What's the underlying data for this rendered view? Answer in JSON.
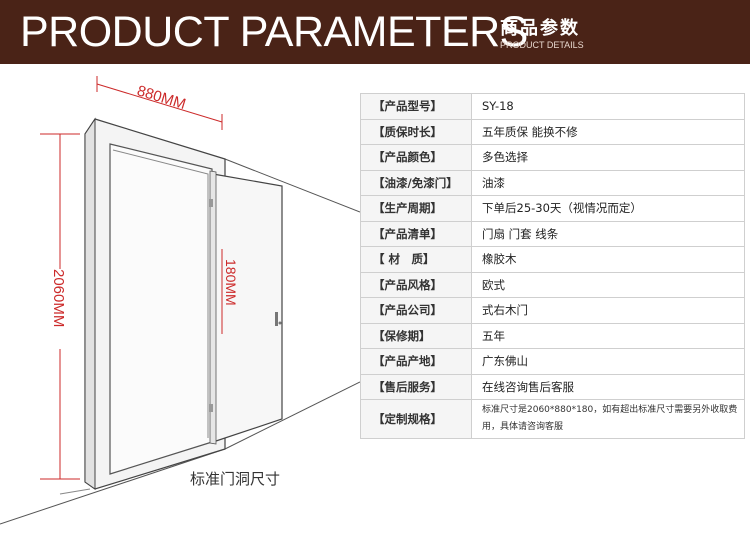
{
  "header": {
    "title": "PRODUCT PARAMETERS",
    "cn_title": "商品参数",
    "cn_subtitle": "PRODUCT DETAILS"
  },
  "illustration": {
    "width_label": "880MM",
    "height_label": "2060MM",
    "depth_label": "180MM",
    "caption": "标准门洞尺寸"
  },
  "parameters": [
    {
      "label": "【产品型号】",
      "value": "SY-18"
    },
    {
      "label": "【质保时长】",
      "value": "五年质保 能换不修"
    },
    {
      "label": "【产品颜色】",
      "value": "多色选择"
    },
    {
      "label": "【油漆/免漆门】",
      "value": "油漆"
    },
    {
      "label": "【生产周期】",
      "value": "下单后25-30天（视情况而定）"
    },
    {
      "label": "【产品清单】",
      "value": "门扇 门套 线条"
    },
    {
      "label": "【 材　质】",
      "value": "橡胶木"
    },
    {
      "label": "【产品风格】",
      "value": "欧式"
    },
    {
      "label": "【产品公司】",
      "value": "式右木门"
    },
    {
      "label": "【保修期】",
      "value": "五年"
    },
    {
      "label": "【产品产地】",
      "value": "广东佛山"
    },
    {
      "label": "【售后服务】",
      "value": "在线咨询售后客服"
    },
    {
      "label": "【定制规格】",
      "value": "标准尺寸是2060*880*180，如有超出标准尺寸需要另外收取费用，具体请咨询客服"
    }
  ]
}
